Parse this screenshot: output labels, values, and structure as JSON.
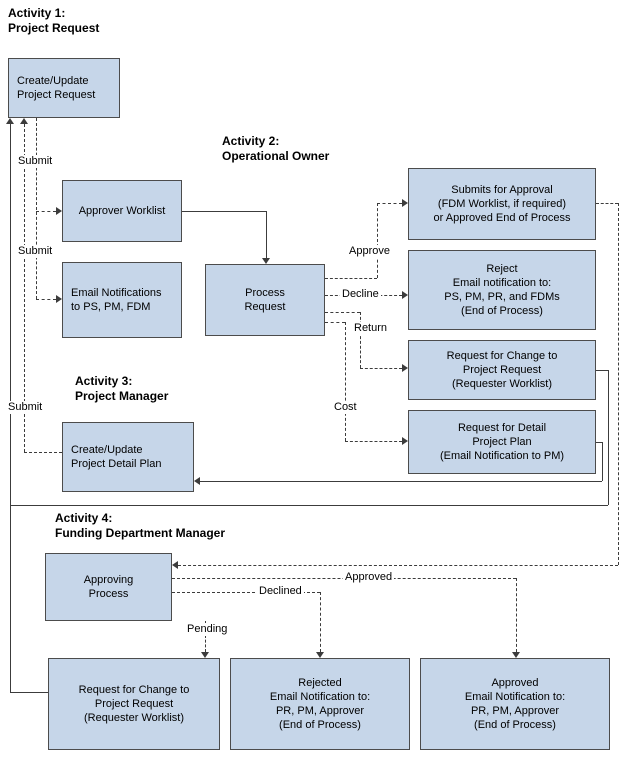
{
  "colors": {
    "background": "#ffffff",
    "box_fill": "#c6d6e9",
    "box_border": "#4c4c4c",
    "line": "#3c3c3c",
    "text": "#000000"
  },
  "activities": {
    "a1": "Activity 1:\nProject Request",
    "a2": "Activity 2:\nOperational Owner",
    "a3": "Activity 3:\nProject Manager",
    "a4": "Activity 4:\nFunding Department Manager"
  },
  "nodes": {
    "create_update_project_request": "Create/Update\nProject Request",
    "approver_worklist": "Approver Worklist",
    "email_notifications": "Email Notifications\nto PS, PM, FDM",
    "process_request": "Process\nRequest",
    "submits_for_approval": "Submits for Approval\n(FDM Worklist, if required)\nor Approved End of Process",
    "reject_notification": "Reject\nEmail notification to:\nPS, PM, PR, and FDMs\n(End of Process)",
    "request_change_requester": "Request for Change to\nProject Request\n(Requester Worklist)",
    "request_detail_plan": "Request for Detail\nProject Plan\n(Email Notification to PM)",
    "create_update_detail_plan": "Create/Update\nProject Detail Plan",
    "approving_process": "Approving\nProcess",
    "fdm_request_change": "Request for Change to\nProject Request\n(Requester Worklist)",
    "rejected_notification": "Rejected\nEmail Notification to:\nPR, PM, Approver\n(End of Process)",
    "approved_notification": "Approved\nEmail Notification to:\nPR, PM, Approver\n(End of Process)"
  },
  "edge_labels": {
    "submit_to_worklist": "Submit",
    "submit_to_notifications": "Submit",
    "submit_detail_plan": "Submit",
    "approve": "Approve",
    "decline": "Decline",
    "return": "Return",
    "cost": "Cost",
    "pending": "Pending",
    "declined": "Declined",
    "approved": "Approved"
  }
}
